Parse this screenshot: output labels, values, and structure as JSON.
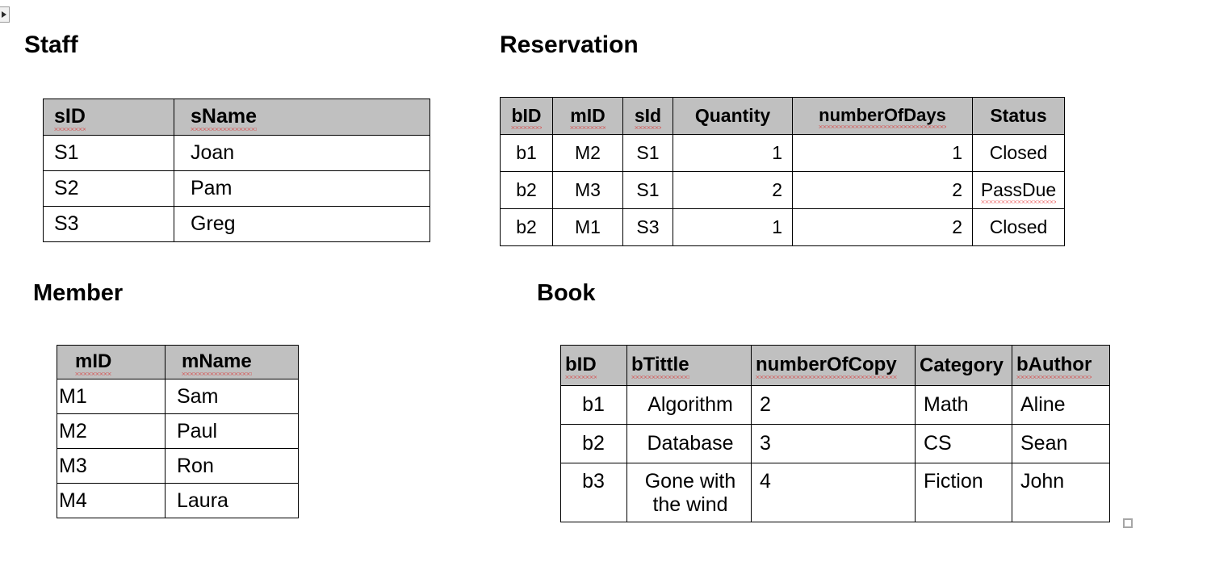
{
  "slide": {
    "panel_toggle_icon": "expand-arrow-icon",
    "corner_handle_icon": "resize-handle-icon"
  },
  "staff": {
    "title": "Staff",
    "headers": [
      "sID",
      "sName"
    ],
    "header_misspelled": [
      true,
      true
    ],
    "rows": [
      [
        "S1",
        "Joan"
      ],
      [
        "S2",
        "Pam"
      ],
      [
        "S3",
        "Greg"
      ]
    ]
  },
  "reservation": {
    "title": "Reservation",
    "headers": [
      "bID",
      "mID",
      "sId",
      "Quantity",
      "numberOfDays",
      "Status"
    ],
    "header_misspelled": [
      true,
      true,
      true,
      false,
      true,
      false
    ],
    "rows": [
      [
        "b1",
        "M2",
        "S1",
        "1",
        "1",
        "Closed"
      ],
      [
        "b2",
        "M3",
        "S1",
        "2",
        "2",
        "PassDue"
      ],
      [
        "b2",
        "M1",
        "S3",
        "1",
        "2",
        "Closed"
      ]
    ]
  },
  "member": {
    "title": "Member",
    "headers": [
      "mID",
      "mName"
    ],
    "header_misspelled": [
      true,
      true
    ],
    "rows": [
      [
        "M1",
        "Sam"
      ],
      [
        "M2",
        "Paul"
      ],
      [
        "M3",
        "Ron"
      ],
      [
        "M4",
        "Laura"
      ]
    ]
  },
  "book": {
    "title": "Book",
    "headers": [
      "bID",
      "bTittle",
      "numberOfCopy",
      "Category",
      "bAuthor"
    ],
    "header_misspelled": [
      true,
      true,
      true,
      false,
      true
    ],
    "rows": [
      [
        "b1",
        "Algorithm",
        "2",
        "Math",
        "Aline"
      ],
      [
        "b2",
        "Database",
        "3",
        "CS",
        "Sean"
      ],
      [
        "b3",
        "Gone with the wind",
        "4",
        "Fiction",
        "John"
      ]
    ]
  },
  "colors": {
    "header_fill": "#C0C0C0",
    "border": "#000000",
    "text": "#000000",
    "spellcheck_underline": "#E01B1B",
    "page_background": "#FFFFFF"
  }
}
